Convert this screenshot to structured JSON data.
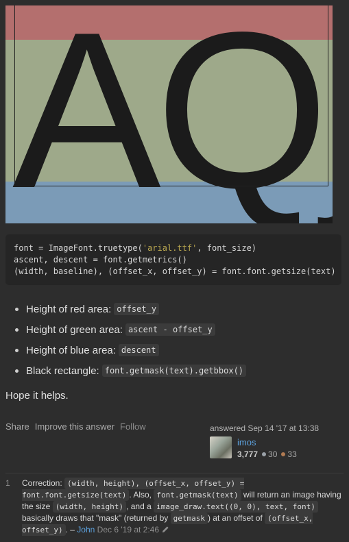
{
  "figure": {
    "glyph_text": "AQj",
    "colors": {
      "red": "#b46f6e",
      "green": "#9ea98a",
      "blue": "#7b9bb7"
    }
  },
  "code": {
    "line1_pre": "font = ImageFont.truetype(",
    "line1_str": "'arial.ttf'",
    "line1_post": ", font_size)",
    "line2": "ascent, descent = font.getmetrics()",
    "line3": "(width, baseline), (offset_x, offset_y) = font.font.getsize(text)"
  },
  "bullets": [
    {
      "label": "Height of red area:",
      "code": "offset_y"
    },
    {
      "label": "Height of green area:",
      "code": "ascent - offset_y"
    },
    {
      "label": "Height of blue area:",
      "code": "descent"
    },
    {
      "label": "Black rectangle:",
      "code": "font.getmask(text).getbbox()"
    }
  ],
  "closing": "Hope it helps.",
  "actions": {
    "share": "Share",
    "improve": "Improve this answer",
    "follow": "Follow"
  },
  "answer_meta": {
    "answered": "answered Sep 14 '17 at 13:38",
    "user": "imos",
    "reputation": "3,777",
    "silver": "30",
    "bronze": "33"
  },
  "comment": {
    "score": "1",
    "t1": "Correction: ",
    "c1": "(width, height), (offset_x, offset_y) = font.font.getsize(text)",
    "t2": ". Also, ",
    "c2": "font.getmask(text)",
    "t3": " will return an image having the size ",
    "c3": "(width, height)",
    "t4": ", and a ",
    "c4": "image_draw.text((0, 0), text, font)",
    "t5": " basically draws that \"mask\" (returned by ",
    "c5": "getmask",
    "t6": ") at an offset of ",
    "c6": "(offset_x, offset_y)",
    "t7": ". – ",
    "author": "John",
    "date": "Dec 6 '19 at 2:46"
  }
}
